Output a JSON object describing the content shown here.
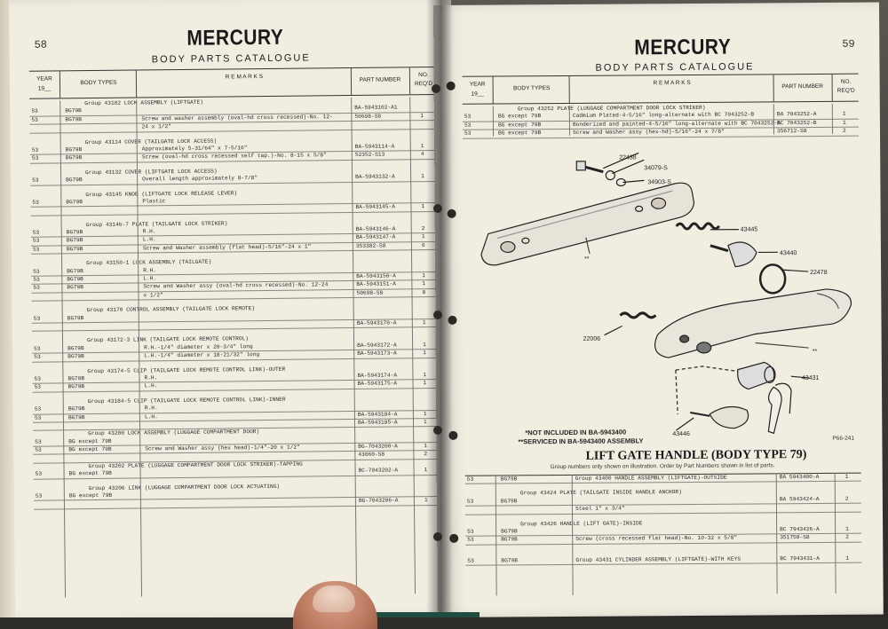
{
  "left_page": {
    "page_number": "58",
    "brand": "MERCURY",
    "subtitle": "BODY  PARTS  CATALOGUE",
    "columns": {
      "year": "YEAR",
      "year_sub": "19__",
      "body_types": "BODY TYPES",
      "remarks": "R E M A R K S",
      "part_number": "PART NUMBER",
      "qty": "NO.",
      "qty_sub": "REQ'D"
    },
    "rows": [
      {
        "kind": "group",
        "text": "Group 43102   LOCK ASSEMBLY (LIFTGATE)"
      },
      {
        "kind": "item",
        "year": "53",
        "body": "BG79B",
        "remark": "",
        "part": "BA-5943102-A1",
        "qty": ""
      },
      {
        "kind": "item",
        "year": "53",
        "body": "BG79B",
        "remark": "Screw and washer assembly (oval-hd cross recessed)-No. 12-",
        "part": "50698-S8",
        "qty": "1"
      },
      {
        "kind": "cont",
        "year": "",
        "body": "",
        "remark": "24 x 1/2\"",
        "part": "",
        "qty": ""
      },
      {
        "kind": "gap"
      },
      {
        "kind": "group",
        "text": "Group 43114   COVER (TAILGATE LOCK ACCESS)"
      },
      {
        "kind": "item",
        "year": "53",
        "body": "BG79B",
        "remark": "Approximately 5-31/64\" x 7-5/16\"",
        "part": "BA-5943114-A",
        "qty": "1"
      },
      {
        "kind": "item",
        "year": "53",
        "body": "BG79B",
        "remark": "Screw (oval-hd cross recessed self tap.)-No. 8-15 x 5/8\"",
        "part": "52352-S13",
        "qty": "4"
      },
      {
        "kind": "gap"
      },
      {
        "kind": "group",
        "text": "Group 43132   COVER (LIFTGATE LOCK ACCESS)"
      },
      {
        "kind": "item",
        "year": "53",
        "body": "BG79B",
        "remark": "Overall length approximately 8-7/8\"",
        "part": "BA-5943132-A",
        "qty": "1"
      },
      {
        "kind": "gap"
      },
      {
        "kind": "group",
        "text": "Group 43145   KNOB (LIFTGATE LOCK RELEASE LEVER)"
      },
      {
        "kind": "item",
        "year": "53",
        "body": "BG79B",
        "remark": "Plastic",
        "part": "",
        "qty": ""
      },
      {
        "kind": "item",
        "year": "",
        "body": "",
        "remark": "",
        "part": "BA-5943145-A",
        "qty": "1"
      },
      {
        "kind": "gap"
      },
      {
        "kind": "group",
        "text": "Group 43146-7   PLATE (TAILGATE LOCK STRIKER)"
      },
      {
        "kind": "item",
        "year": "53",
        "body": "BG79B",
        "remark": "R.H.",
        "part": "BA-5943146-A",
        "qty": "2"
      },
      {
        "kind": "item",
        "year": "53",
        "body": "BG79B",
        "remark": "L.H.",
        "part": "BA-5943147-A",
        "qty": "1"
      },
      {
        "kind": "item",
        "year": "53",
        "body": "BG79B",
        "remark": "Screw and Washer assembly (flat head)-5/16\"-24 x 1\"",
        "part": "353382-S8",
        "qty": "6"
      },
      {
        "kind": "gap"
      },
      {
        "kind": "group",
        "text": "Group 43150-1   LOCK ASSEMBLY (TAILGATE)"
      },
      {
        "kind": "item",
        "year": "53",
        "body": "BG79B",
        "remark": "R.H.",
        "part": "",
        "qty": ""
      },
      {
        "kind": "item",
        "year": "53",
        "body": "BG79B",
        "remark": "L.H.",
        "part": "BA-5943150-A",
        "qty": "1"
      },
      {
        "kind": "item",
        "year": "53",
        "body": "BG79B",
        "remark": "Screw and Washer assy (oval-hd cross recessed)-No. 12-24",
        "part": "BA-5943151-A",
        "qty": "1"
      },
      {
        "kind": "cont",
        "year": "",
        "body": "",
        "remark": "x 1/2\"",
        "part": "50698-S8",
        "qty": "8"
      },
      {
        "kind": "gap"
      },
      {
        "kind": "group",
        "text": "Group 43170   CONTROL ASSEMBLY (TAILGATE LOCK REMOTE)"
      },
      {
        "kind": "item",
        "year": "53",
        "body": "BG79B",
        "remark": "",
        "part": "",
        "qty": ""
      },
      {
        "kind": "item",
        "year": "",
        "body": "",
        "remark": "",
        "part": "BA-5943170-A",
        "qty": "1"
      },
      {
        "kind": "gap"
      },
      {
        "kind": "group",
        "text": "Group 43172-3   LINK (TAILGATE LOCK REMOTE CONTROL)"
      },
      {
        "kind": "item",
        "year": "53",
        "body": "BG79B",
        "remark": "R.H.-1/4\" diameter x 20-3/4\" long",
        "part": "BA-5943172-A",
        "qty": "1"
      },
      {
        "kind": "item",
        "year": "53",
        "body": "BG79B",
        "remark": "L.H.-1/4\" diameter x 18-21/32\" long",
        "part": "BA-5943173-A",
        "qty": "1"
      },
      {
        "kind": "gap"
      },
      {
        "kind": "group",
        "text": "Group 43174-5   CLIP (TAILGATE LOCK REMOTE CONTROL LINK)-OUTER"
      },
      {
        "kind": "item",
        "year": "53",
        "body": "BG79B",
        "remark": "R.H.",
        "part": "BA-5943174-A",
        "qty": "1"
      },
      {
        "kind": "item",
        "year": "53",
        "body": "BG79B",
        "remark": "L.H.",
        "part": "BA-5943175-A",
        "qty": "1"
      },
      {
        "kind": "gap"
      },
      {
        "kind": "group",
        "text": "Group 43184-5   CLIP (TAILGATE LOCK REMOTE CONTROL LINK)-INNER"
      },
      {
        "kind": "item",
        "year": "53",
        "body": "BG79B",
        "remark": "R.H.",
        "part": "",
        "qty": ""
      },
      {
        "kind": "item",
        "year": "53",
        "body": "BG79B",
        "remark": "L.H.",
        "part": "BA-5943184-A",
        "qty": "1"
      },
      {
        "kind": "item",
        "year": "",
        "body": "",
        "remark": "",
        "part": "BA-5943185-A",
        "qty": "1"
      },
      {
        "kind": "group",
        "text": "Group 43200   LOCK ASSEMBLY (LUGGAGE COMPARTMENT DOOR)"
      },
      {
        "kind": "item",
        "year": "53",
        "body": "BG except 79B",
        "remark": "",
        "part": "",
        "qty": ""
      },
      {
        "kind": "item",
        "year": "53",
        "body": "BG except 79B",
        "remark": "Screw and Washer assy (hex head)-1/4\"-20 x 1/2\"",
        "part": "BG-7043200-A",
        "qty": "1"
      },
      {
        "kind": "item",
        "year": "",
        "body": "",
        "remark": "",
        "part": "43060-S8",
        "qty": "2"
      },
      {
        "kind": "group",
        "text": "Group 43202   PLATE (LUGGAGE COMPARTMENT DOOR LOCK STRIKER)-TAPPING"
      },
      {
        "kind": "item",
        "year": "53",
        "body": "BG except 79B",
        "remark": "",
        "part": "BC-7043202-A",
        "qty": "1"
      },
      {
        "kind": "gap"
      },
      {
        "kind": "group",
        "text": "Group 43206   LINK (LUGGAGE COMPARTMENT DOOR LOCK ACTUATING)"
      },
      {
        "kind": "item",
        "year": "53",
        "body": "BG except 79B",
        "remark": "",
        "part": "",
        "qty": ""
      },
      {
        "kind": "item",
        "year": "",
        "body": "",
        "remark": "",
        "part": "BG-7043206-A",
        "qty": "1"
      }
    ]
  },
  "right_page": {
    "page_number": "59",
    "brand": "MERCURY",
    "subtitle": "BODY  PARTS  CATALOGUE",
    "columns": {
      "year": "YEAR",
      "year_sub": "19__",
      "body_types": "BODY TYPES",
      "remarks": "R E M A R K S",
      "part_number": "PART NUMBER",
      "qty": "NO.",
      "qty_sub": "REQ'D"
    },
    "top_rows": [
      {
        "kind": "group",
        "text": "Group 43252   PLATE (LUGGAGE COMPARTMENT DOOR LOCK STRIKER)"
      },
      {
        "kind": "item",
        "year": "53",
        "body": "BG except 79B",
        "remark": "Cadmium Plated-4-5/16\" long-alternate with BC 7043252-B",
        "part": "BA 7043252-A",
        "qty": "1"
      },
      {
        "kind": "item",
        "year": "53",
        "body": "BG except 79B",
        "remark": "Bonderized and painted-4-5/16\" long-alternate with BC 7043252-A",
        "part": "BC 7043252-B",
        "qty": "1"
      },
      {
        "kind": "item",
        "year": "53",
        "body": "BG except 79B",
        "remark": "Screw and Washer assy (hex-hd)-5/16\"-24 x 7/8\"",
        "part": "356712-S8",
        "qty": "2"
      }
    ],
    "callouts": [
      "22438",
      "34079-S",
      "34903-S",
      "43445",
      "43440",
      "22478",
      "22006",
      "43431",
      "43446",
      "**",
      "**"
    ],
    "notes": [
      "*NOT INCLUDED IN BA-5943400",
      "**SERVICED IN BA-5943400 ASSEMBLY"
    ],
    "figure_id": "P66-241",
    "caption_title": "LIFT GATE HANDLE (BODY TYPE 79)",
    "caption_sub": "Group numbers only shown on illustration.  Order by Part Numbers shown in list of parts.",
    "bottom_rows": [
      {
        "kind": "groupitem",
        "year": "53",
        "body": "BG79B",
        "text": "Group 43400   HANDLE ASSEMBLY (LIFTGATE)-OUTSIDE",
        "part": "BA 5943400-A",
        "qty": "1"
      },
      {
        "kind": "gap"
      },
      {
        "kind": "group",
        "text": "Group 43424   PLATE (TAILGATE INSIDE HANDLE ANCHOR)"
      },
      {
        "kind": "item",
        "year": "53",
        "body": "BG79B",
        "remark": "",
        "part": "BA 5943424-A",
        "qty": "2"
      },
      {
        "kind": "item",
        "year": "",
        "body": "",
        "remark": "Steel 1\" x 3/4\"",
        "part": "",
        "qty": ""
      },
      {
        "kind": "gap"
      },
      {
        "kind": "group",
        "text": "Group 43426   HANDLE (LIFT GATE)-INSIDE"
      },
      {
        "kind": "item",
        "year": "53",
        "body": "BG79B",
        "remark": "",
        "part": "BC 7943426-A",
        "qty": "1"
      },
      {
        "kind": "item",
        "year": "53",
        "body": "BG79B",
        "remark": "Screw (cross recessed flat head)-No. 10-32 x 5/8\"",
        "part": "351758-S8",
        "qty": "2"
      },
      {
        "kind": "gap"
      },
      {
        "kind": "gap"
      },
      {
        "kind": "groupitem",
        "year": "53",
        "body": "BG79B",
        "text": "Group 43431   CYLINDER ASSEMBLY (LIFTGATE)-WITH KEYS",
        "part": "BC 7943431-A",
        "qty": "1"
      }
    ]
  }
}
